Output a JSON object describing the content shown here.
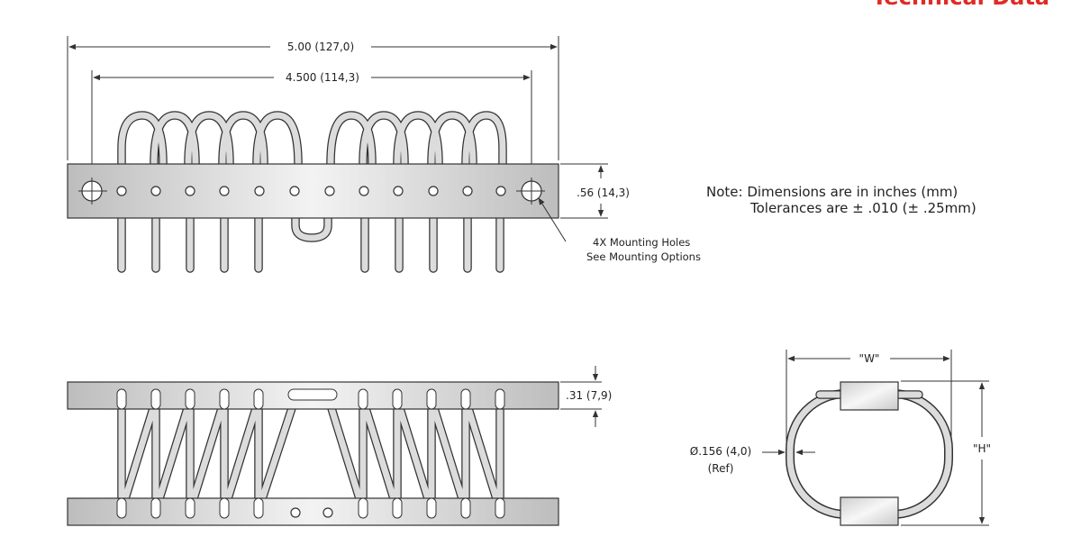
{
  "header": {
    "title": "Technical Data",
    "color": "#e02b24"
  },
  "top_view": {
    "overall_length": "5.00 (127,0)",
    "hole_spacing": "4.500 (114,3)",
    "plate_height": ".56 (14,3)",
    "callout_line1": "4X Mounting Holes",
    "callout_line2": "See Mounting Options"
  },
  "note": {
    "line1": "Note: Dimensions are in inches (mm)",
    "line2": "Tolerances are ± .010 (± .25mm)"
  },
  "side_view": {
    "plate_thickness": ".31 (7,9)"
  },
  "end_view": {
    "width_label": "\"W\"",
    "height_label": "\"H\"",
    "wire_diameter": "Ø.156 (4,0)",
    "wire_ref": "(Ref)"
  }
}
